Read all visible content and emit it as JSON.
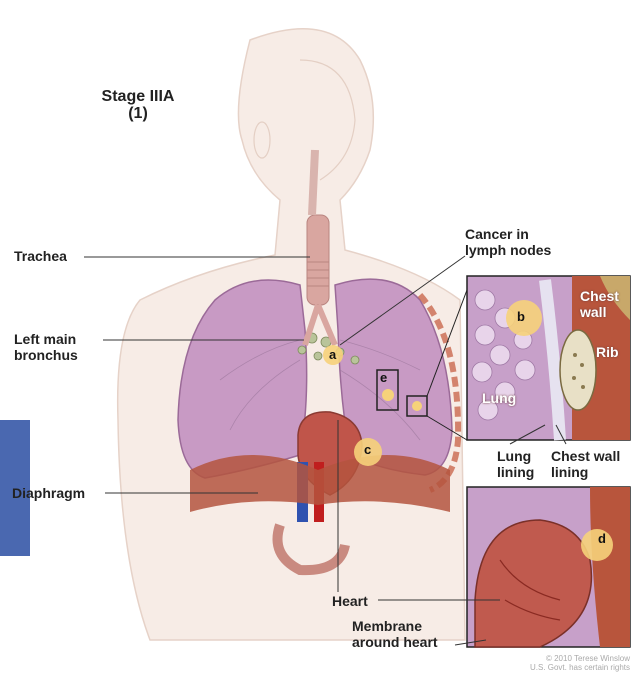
{
  "title": {
    "line1": "Stage IIIA",
    "line2": "(1)"
  },
  "labels": {
    "trachea": "Trachea",
    "cancer_lymph_1": "Cancer in",
    "cancer_lymph_2": "lymph nodes",
    "left_main_bronchus_1": "Left main",
    "left_main_bronchus_2": "bronchus",
    "diaphragm": "Diaphragm",
    "heart": "Heart",
    "membrane_1": "Membrane",
    "membrane_2": "around heart"
  },
  "inset_top": {
    "chest_wall_1": "Chest",
    "chest_wall_2": "wall",
    "rib": "Rib",
    "lung": "Lung",
    "letter": "b"
  },
  "below_inset": {
    "lung_lining_1": "Lung",
    "lung_lining_2": "lining",
    "chest_wall_lining_1": "Chest wall",
    "chest_wall_lining_2": "lining"
  },
  "inset_bottom": {
    "letter": "d"
  },
  "tumor_letters": {
    "a": "a",
    "c": "c",
    "e": "e"
  },
  "copyright": {
    "line1": "© 2010 Terese Winslow",
    "line2": "U.S. Govt. has certain rights"
  },
  "colors": {
    "lung": "#c89ac4",
    "lung_dark": "#a86aa6",
    "heart": "#c0554a",
    "tumor": "#f6d27a",
    "side_tab": "#4a68b0"
  }
}
